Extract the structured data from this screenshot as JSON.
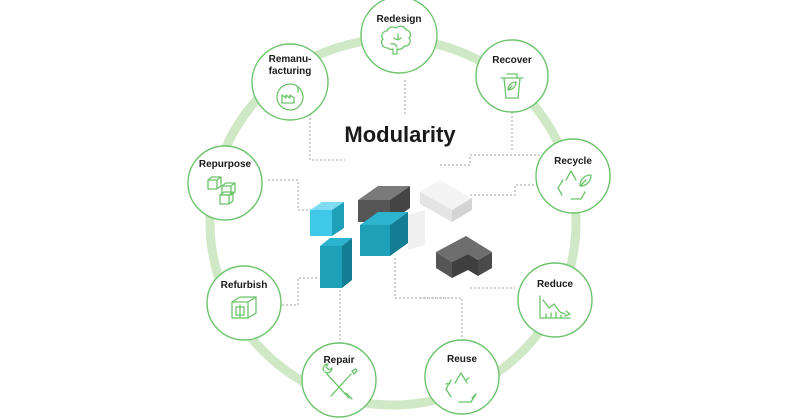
{
  "title": "Modularity",
  "nodes": [
    {
      "key": "redesign",
      "label": "Redesign",
      "icon": "brain-icon"
    },
    {
      "key": "recover",
      "label": "Recover",
      "icon": "recover-bin-icon"
    },
    {
      "key": "recycle",
      "label": "Recycle",
      "icon": "recycle-leaf-icon"
    },
    {
      "key": "reduce",
      "label": "Reduce",
      "icon": "declining-chart-icon"
    },
    {
      "key": "reuse",
      "label": "Reuse",
      "icon": "recycle-arrows-icon"
    },
    {
      "key": "repair",
      "label": "Repair",
      "icon": "wrench-screwdriver-icon"
    },
    {
      "key": "refurbish",
      "label": "Refurbish",
      "icon": "refurbished-box-icon"
    },
    {
      "key": "repurpose",
      "label": "Repurpose",
      "icon": "stacked-cubes-icon"
    },
    {
      "key": "remanufacturing",
      "label_lines": [
        "Remanu-",
        "facturing"
      ],
      "icon": "factory-cycle-icon"
    }
  ],
  "colors": {
    "ring": "#cfe8c6",
    "node_border": "#6cc36b",
    "icon": "#6cc36b",
    "teal": "#1ea0b8",
    "cyan": "#3fc8e8",
    "dark_gray": "#555555",
    "light_gray": "#e8e8e8"
  }
}
